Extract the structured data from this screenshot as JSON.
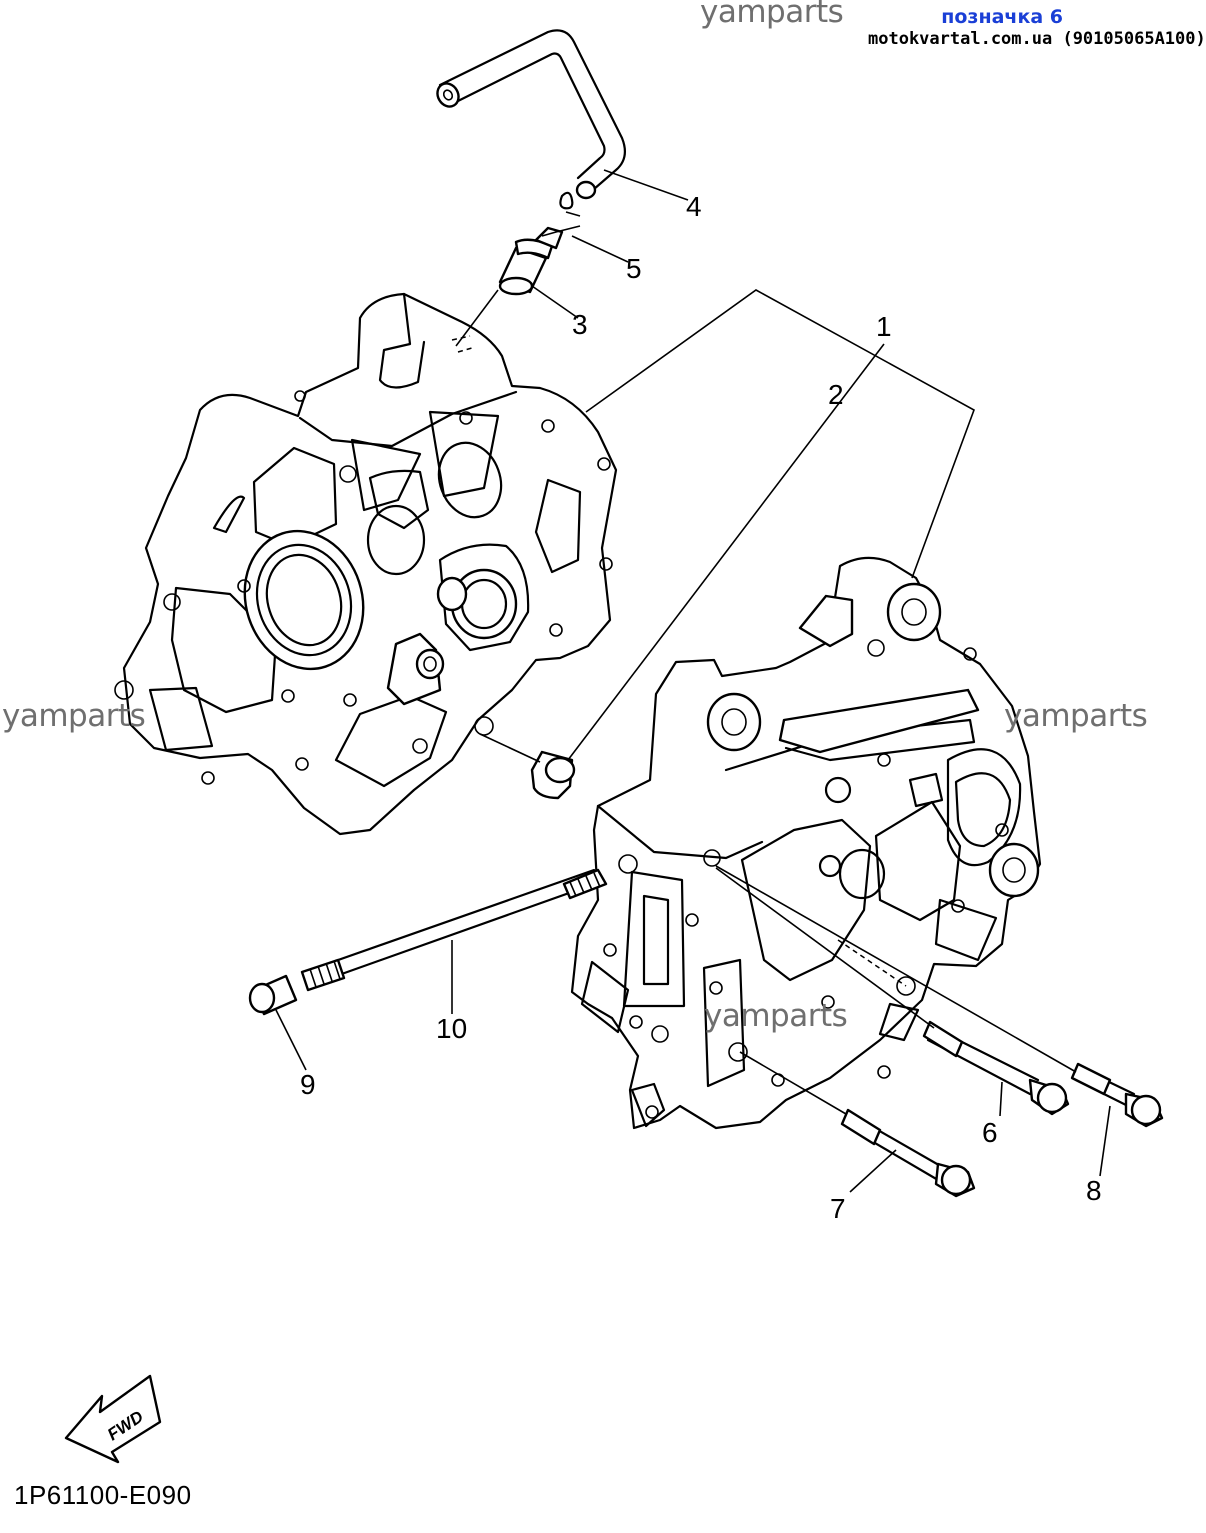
{
  "header": {
    "watermark": "yamparts",
    "badge": "позначка 6",
    "source": "motokvartal.com.ua (90105065A100)"
  },
  "watermarks": [
    "yamparts",
    "yamparts",
    "yamparts"
  ],
  "callouts": [
    "1",
    "2",
    "3",
    "4",
    "5",
    "6",
    "7",
    "8",
    "9",
    "10"
  ],
  "fwd_label": "FWD",
  "diagram_code": "1P61100-E090"
}
